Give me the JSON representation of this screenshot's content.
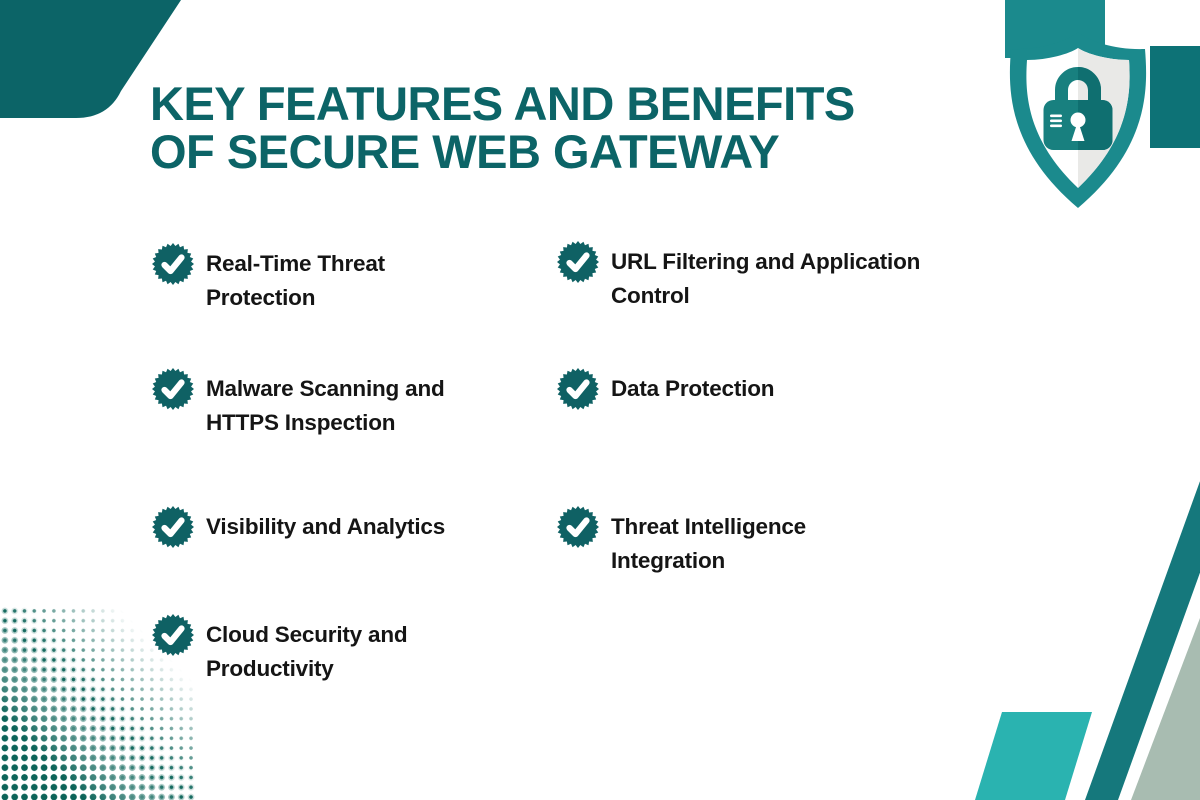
{
  "header": {
    "title_lines": [
      "KEY FEATURES AND BENEFITS",
      "OF SECURE WEB GATEWAY"
    ]
  },
  "hero_icon": {
    "name": "shield-lock-icon"
  },
  "features": {
    "left": [
      {
        "lines": [
          "Real-Time Threat",
          "Protection"
        ]
      },
      {
        "lines": [
          "Malware Scanning and",
          "HTTPS Inspection"
        ]
      },
      {
        "lines": [
          "Visibility and Analytics"
        ]
      },
      {
        "lines": [
          "Cloud Security and",
          "Productivity"
        ]
      }
    ],
    "right": [
      {
        "lines": [
          "URL Filtering and Application",
          "Control"
        ]
      },
      {
        "lines": [
          "Data Protection"
        ]
      },
      {
        "lines": [
          "Threat Intelligence",
          "Integration"
        ]
      }
    ]
  },
  "colors": {
    "brand_dark_teal": "#0c6467",
    "badge_teal": "#0f6164",
    "shield_border_teal": "#1b8a8d",
    "lock_teal": "#18807f",
    "lock_teal_dark": "#0f6f70",
    "shield_gray": "#e9e9e7",
    "accent_bright_teal": "#2ab3b0",
    "accent_sage": "#a8bcb1",
    "stripe_teal": "#15787c",
    "dots_teal": "#0c6459",
    "body_text": "#151515",
    "background": "#ffffff"
  }
}
